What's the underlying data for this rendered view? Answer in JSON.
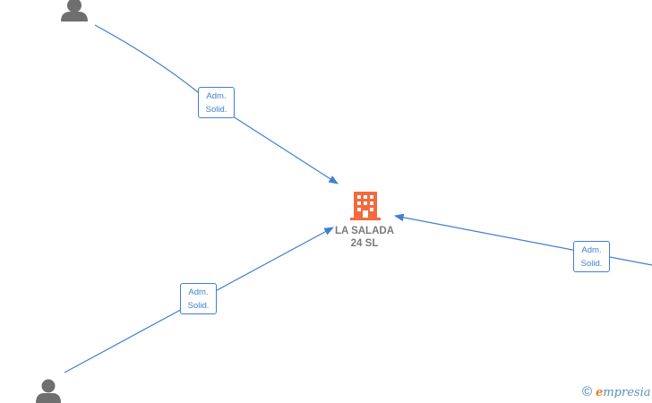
{
  "company": {
    "name_line1": "LA SALADA",
    "name_line2": "24  SL",
    "icon": "building-icon",
    "color": "#f26a3d"
  },
  "people": [
    {
      "icon": "person-icon"
    },
    {
      "icon": "person-icon"
    },
    {
      "icon": "person-icon"
    }
  ],
  "relations": [
    {
      "line1": "Adm.",
      "line2": "Solid."
    },
    {
      "line1": "Adm.",
      "line2": "Solid."
    },
    {
      "line1": "Adm.",
      "line2": "Solid."
    }
  ],
  "watermark": {
    "copyright": "©",
    "brand_initial": "e",
    "brand_rest": "mpresia"
  },
  "colors": {
    "edge": "#3f7fd3",
    "person": "#6f6f6f",
    "label": "#7a7a7a"
  }
}
